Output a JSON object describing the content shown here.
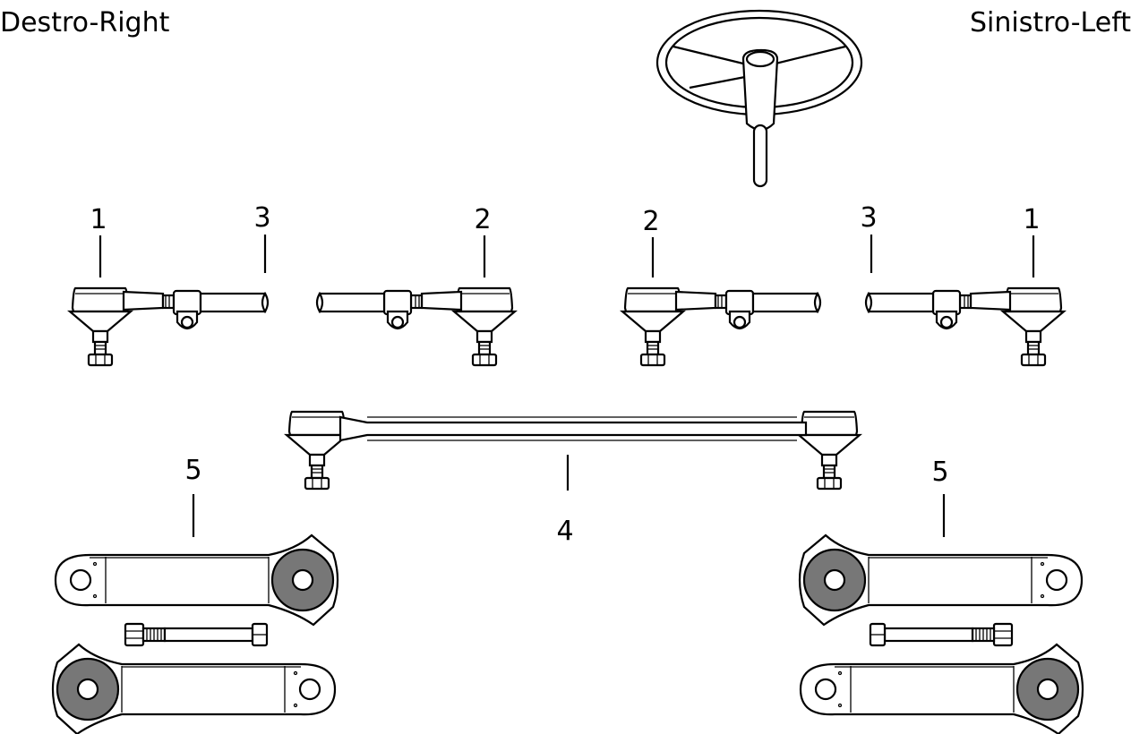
{
  "labels": {
    "right": "Destro-Right",
    "left": "Sinistro-Left"
  },
  "callouts": [
    "1",
    "3",
    "2",
    "2",
    "3",
    "1",
    "4",
    "5",
    "5"
  ],
  "colors": {
    "line": "#000000",
    "background": "#ffffff",
    "bushing": "#777777"
  },
  "icons": {
    "steering": "steering-wheel-icon",
    "tie_rod": "tie-rod-assembly-icon",
    "drag_link": "drag-link-icon",
    "arm": "steering-arm-icon",
    "bolt": "bolt-icon"
  }
}
